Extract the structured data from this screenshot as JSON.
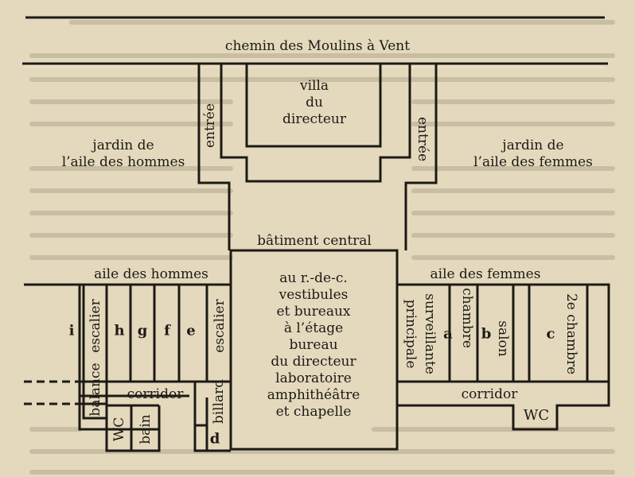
{
  "road": "chemin des Moulins à Vent",
  "villa": [
    "villa",
    "du",
    "directeur"
  ],
  "entree_left": "entrée",
  "entree_right": "entrée",
  "garden_men": [
    "jardin de",
    "l’aile des hommes"
  ],
  "garden_women": [
    "jardin de",
    "l’aile des femmes"
  ],
  "central_title": "bâtiment central",
  "wing_men": "aile des hommes",
  "wing_women": "aile des femmes",
  "central_body": [
    "au r.-de-c.",
    "vestibules",
    "et bureaux",
    "à l’étage",
    "bureau",
    "du directeur",
    "laboratoire",
    "amphithéâtre",
    "et chapelle"
  ],
  "men_rooms": {
    "i": "i",
    "escalier_outer": "escalier",
    "balance": "balance",
    "h": "h",
    "g": "g",
    "f": "f",
    "e": "e",
    "escalier_inner": "escalier",
    "corridor": "corridor",
    "wc": "WC",
    "bain": "bain",
    "billard": "billard",
    "d": "d"
  },
  "women_rooms": {
    "surveillante": [
      "surveillante",
      "principale"
    ],
    "chambre": "chambre",
    "a": "a",
    "salon": "salon",
    "b": "b",
    "chambre2": "2e chambre",
    "c": "c",
    "corridor": "corridor",
    "wc": "WC"
  }
}
